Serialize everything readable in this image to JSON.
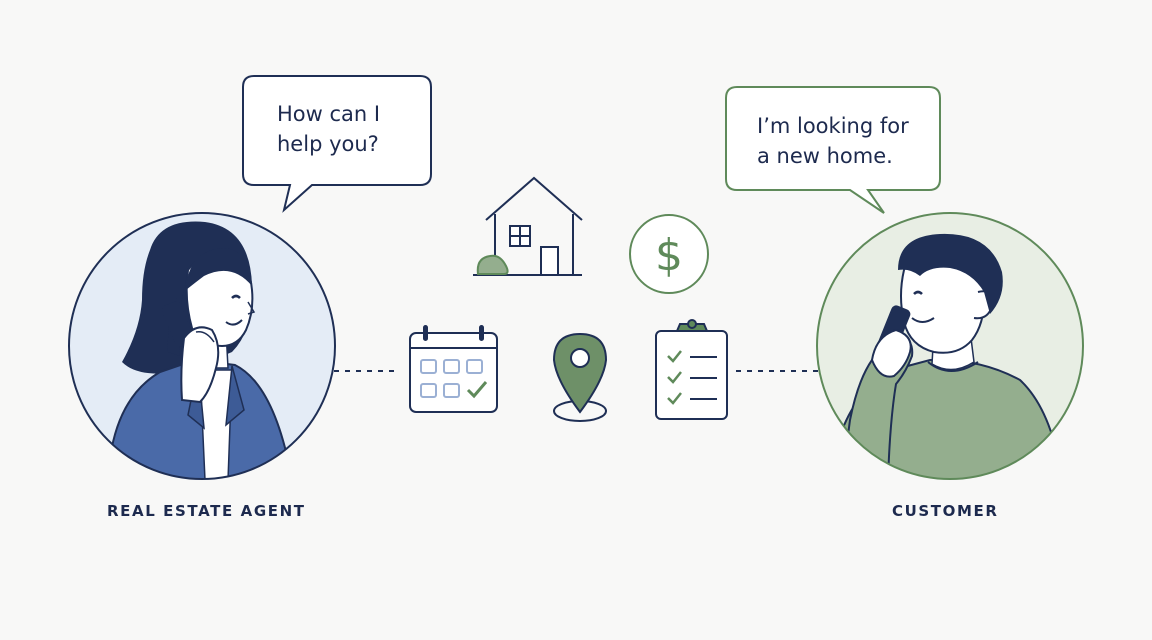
{
  "agent": {
    "speech_lines": [
      "How can I",
      "help you?"
    ],
    "role_label": "REAL ESTATE AGENT"
  },
  "customer": {
    "speech_lines": [
      "I’m looking for",
      "a new home."
    ],
    "role_label": "CUSTOMER"
  },
  "dollar_symbol": "$",
  "icons": [
    "house-icon",
    "dollar-icon",
    "calendar-icon",
    "location-pin-icon",
    "checklist-icon",
    "phone-icon"
  ],
  "colors": {
    "navy": "#1f2f55",
    "agent_circle_fill": "#e4ecf6",
    "agent_jacket": "#4a6aa8",
    "customer_circle_fill": "#e8eee4",
    "customer_sweater": "#94ae8e",
    "green_accent": "#5f8a5a",
    "calendar_cell": "#9bb0d4"
  }
}
